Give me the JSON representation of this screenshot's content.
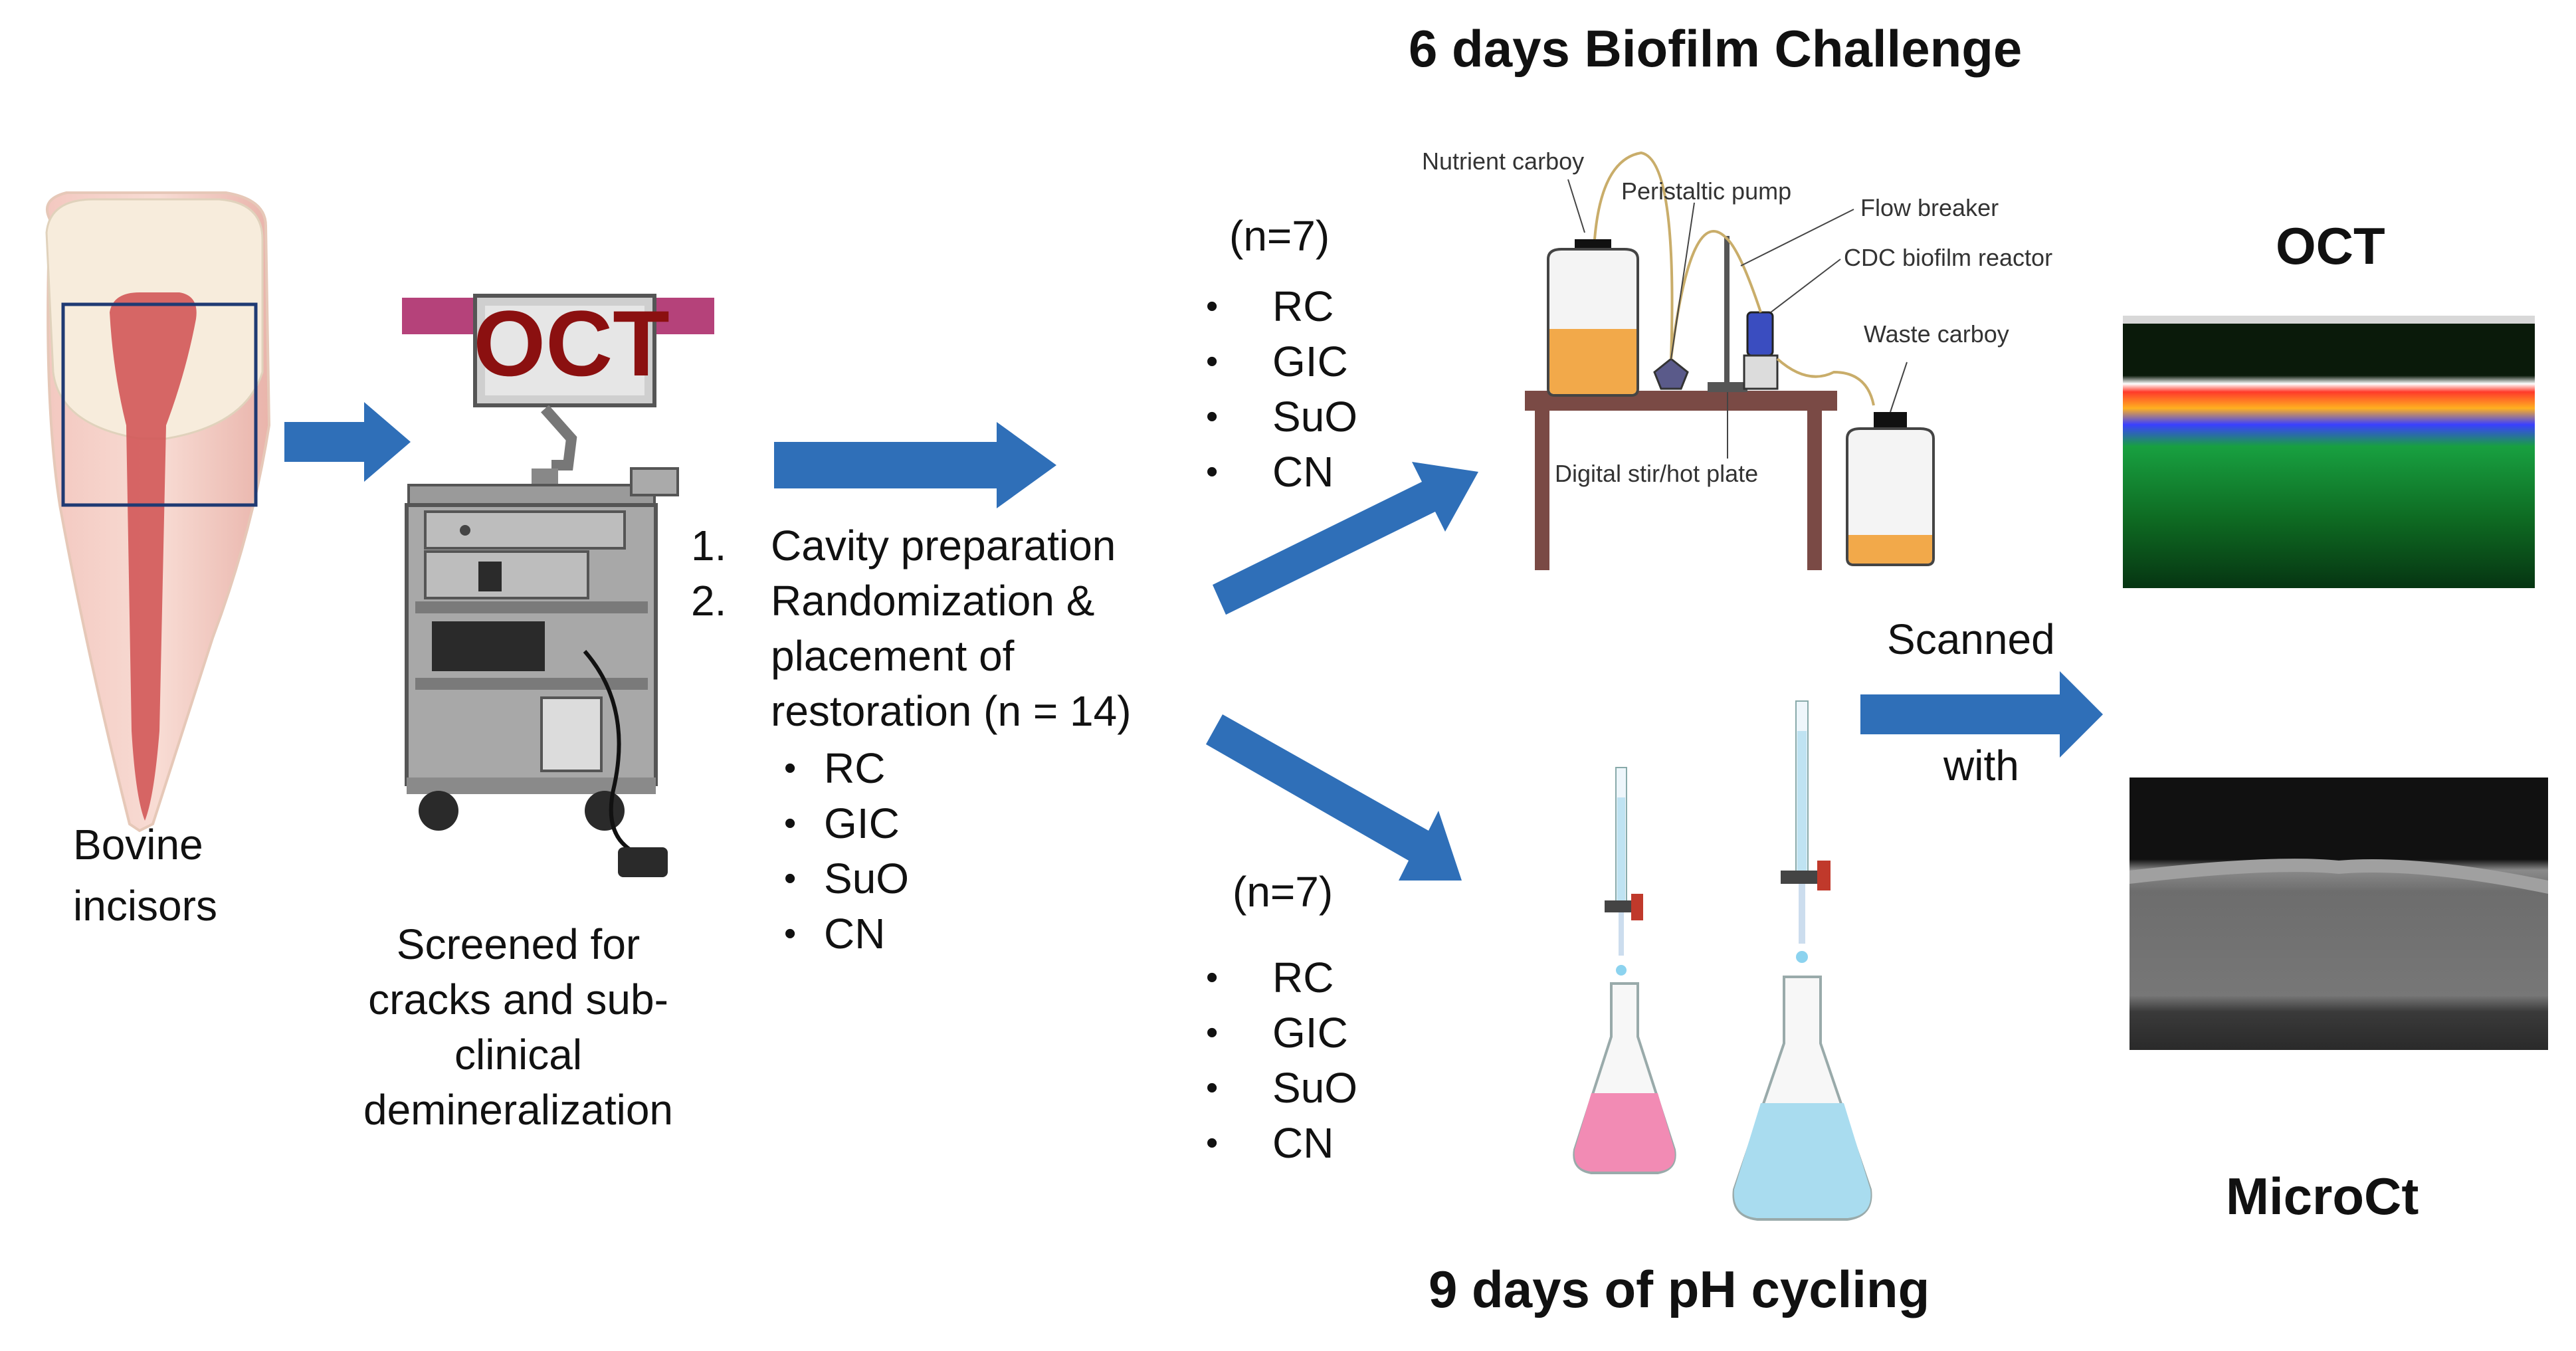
{
  "titles": {
    "biofilm": "6 days Biofilm Challenge",
    "ph_cycling": "9 days of pH cycling",
    "oct": "OCT",
    "microct": "MicroCt"
  },
  "specimen": {
    "label_line1": "Bovine",
    "label_line2": "incisors"
  },
  "screening": {
    "monitor_label": "OCT",
    "caption_lines": [
      "Screened for",
      "cracks and sub-",
      "clinical",
      "demineralization"
    ]
  },
  "preparation": {
    "steps": [
      {
        "num": "1.",
        "lines": [
          "Cavity preparation"
        ]
      },
      {
        "num": "2.",
        "lines": [
          "Randomization &",
          "placement of",
          "restoration (n = 14)"
        ]
      }
    ],
    "materials": [
      "RC",
      "GIC",
      "SuO",
      "CN"
    ]
  },
  "group_biofilm": {
    "n_label": "(n=7)",
    "materials": [
      "RC",
      "GIC",
      "SuO",
      "CN"
    ]
  },
  "group_ph": {
    "n_label": "(n=7)",
    "materials": [
      "RC",
      "GIC",
      "SuO",
      "CN"
    ]
  },
  "reactor": {
    "labels": {
      "nutrient": "Nutrient carboy",
      "pump": "Peristaltic pump",
      "flow": "Flow breaker",
      "cdc": "CDC biofilm reactor",
      "waste": "Waste carboy",
      "stir": "Digital stir/hot plate"
    }
  },
  "scan": {
    "line1": "Scanned",
    "line2": "with"
  },
  "colors": {
    "arrow": "#2f6fb8",
    "oct_red": "#8b1010",
    "oct_bar": "#b5427a",
    "tooth_pulp": "#c94d4d",
    "acid": "#f28bb4",
    "buffer": "#a9dcef",
    "nutrient": "#f2a94a"
  }
}
